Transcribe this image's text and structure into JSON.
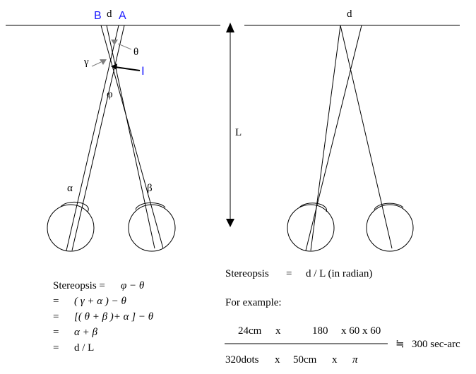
{
  "left_diagram": {
    "label_B": "B",
    "label_A": "A",
    "label_d": "d",
    "label_theta": "θ",
    "label_gamma": "γ",
    "label_I": "I",
    "label_phi": "φ",
    "label_alpha": "α",
    "label_beta": "β"
  },
  "right_diagram": {
    "label_d": "d",
    "label_L": "L"
  },
  "colors": {
    "ink": "#000000",
    "accent_blue": "#1a1aff",
    "marker_gray": "#808080"
  },
  "derivation": {
    "line1_label": "Stereopsis =",
    "line1_expr": "φ − θ",
    "line2_eq": "=",
    "line2_expr": "( γ + α ) − θ",
    "line3_eq": "=",
    "line3_expr": "[( θ + β )+ α ] − θ",
    "line4_eq": "=",
    "line4_expr": "α + β",
    "line5_eq": "=",
    "line5_expr": "d / L"
  },
  "formula": {
    "stereopsis_label": "Stereopsis",
    "stereopsis_eq": "=",
    "stereopsis_value": "d / L (in radian)",
    "example_label": "For example:",
    "numerator": [
      "24cm",
      "x",
      "180",
      "x 60 x 60"
    ],
    "denominator": [
      "320dots",
      "x",
      "50cm",
      "x",
      "π"
    ],
    "approx_symbol": "≒",
    "result": "300 sec-arc"
  }
}
